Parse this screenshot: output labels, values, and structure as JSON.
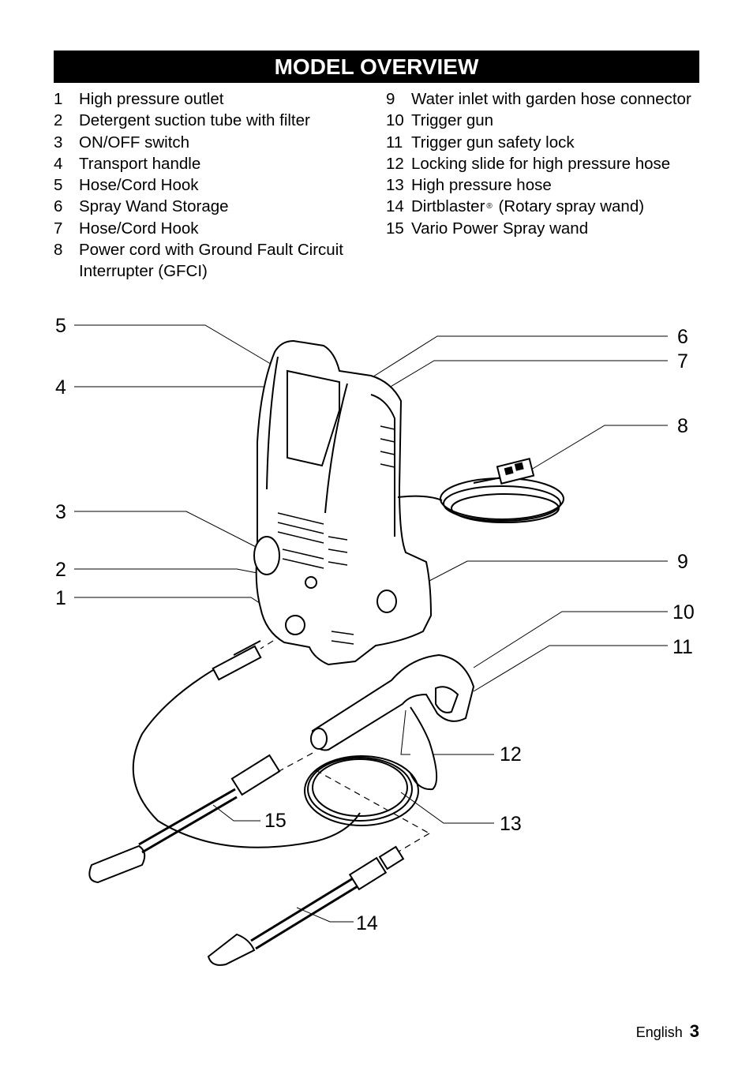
{
  "title": "MODEL OVERVIEW",
  "parts_left": [
    {
      "num": "1",
      "label": "High pressure outlet"
    },
    {
      "num": "2",
      "label": "Detergent suction tube with filter"
    },
    {
      "num": "3",
      "label": "ON/OFF switch"
    },
    {
      "num": "4",
      "label": "Transport handle"
    },
    {
      "num": "5",
      "label": "Hose/Cord Hook"
    },
    {
      "num": "6",
      "label": "Spray Wand Storage"
    },
    {
      "num": "7",
      "label": "Hose/Cord Hook"
    },
    {
      "num": "8",
      "label": "Power cord with Ground Fault Circuit Interrupter (GFCI)"
    }
  ],
  "parts_right": [
    {
      "num": "9",
      "label": "Water inlet with garden hose connector"
    },
    {
      "num": "10",
      "label": "Trigger gun"
    },
    {
      "num": "11",
      "label": "Trigger gun safety lock"
    },
    {
      "num": "12",
      "label": "Locking slide for high pressure hose"
    },
    {
      "num": "13",
      "label": "High pressure hose"
    },
    {
      "num": "14",
      "label_pre": "Dirtblaster",
      "reg": "®",
      "label_post": " (Rotary spray wand)"
    },
    {
      "num": "15",
      "label": "Vario Power Spray wand"
    }
  ],
  "callouts": [
    "1",
    "2",
    "3",
    "4",
    "5",
    "6",
    "7",
    "8",
    "9",
    "10",
    "11",
    "12",
    "13",
    "14",
    "15"
  ],
  "footer": {
    "language": "English",
    "page": "3"
  }
}
